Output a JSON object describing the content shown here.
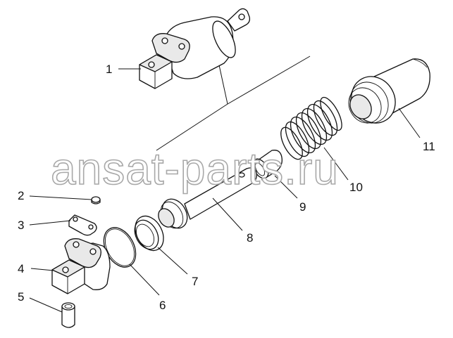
{
  "watermark": "ansat-parts.ru",
  "callouts": [
    {
      "id": "1",
      "part": "cylinder-body-upper"
    },
    {
      "id": "2",
      "part": "pin"
    },
    {
      "id": "3",
      "part": "link-plate"
    },
    {
      "id": "4",
      "part": "cylinder-body-lower"
    },
    {
      "id": "5",
      "part": "bushing"
    },
    {
      "id": "6",
      "part": "o-ring"
    },
    {
      "id": "7",
      "part": "seal-ring"
    },
    {
      "id": "8",
      "part": "piston-rod"
    },
    {
      "id": "9",
      "part": "sleeve"
    },
    {
      "id": "10",
      "part": "spring"
    },
    {
      "id": "11",
      "part": "cover-cap"
    }
  ]
}
